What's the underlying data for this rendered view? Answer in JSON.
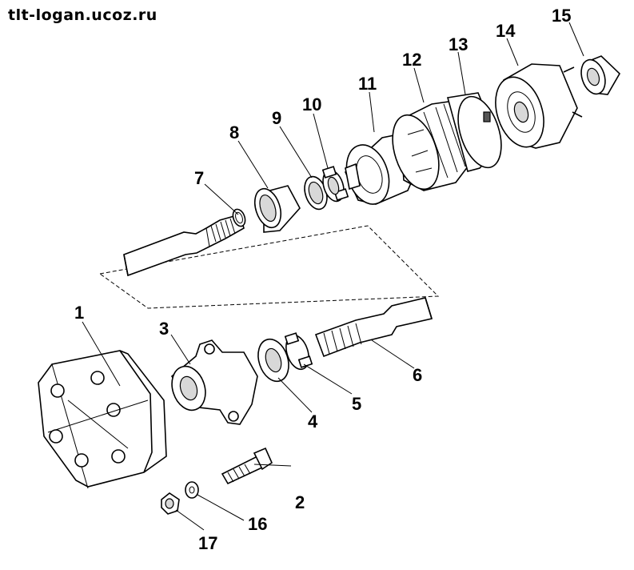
{
  "watermark": "tlt-logan.ucoz.ru",
  "callouts": {
    "p1": "1",
    "p2": "2",
    "p3": "3",
    "p4": "4",
    "p5": "5",
    "p6": "6",
    "p7": "7",
    "p8": "8",
    "p9": "9",
    "p10": "10",
    "p11": "11",
    "p12": "12",
    "p13": "13",
    "p14": "14",
    "p15": "15",
    "p16": "16",
    "p17": "17"
  }
}
